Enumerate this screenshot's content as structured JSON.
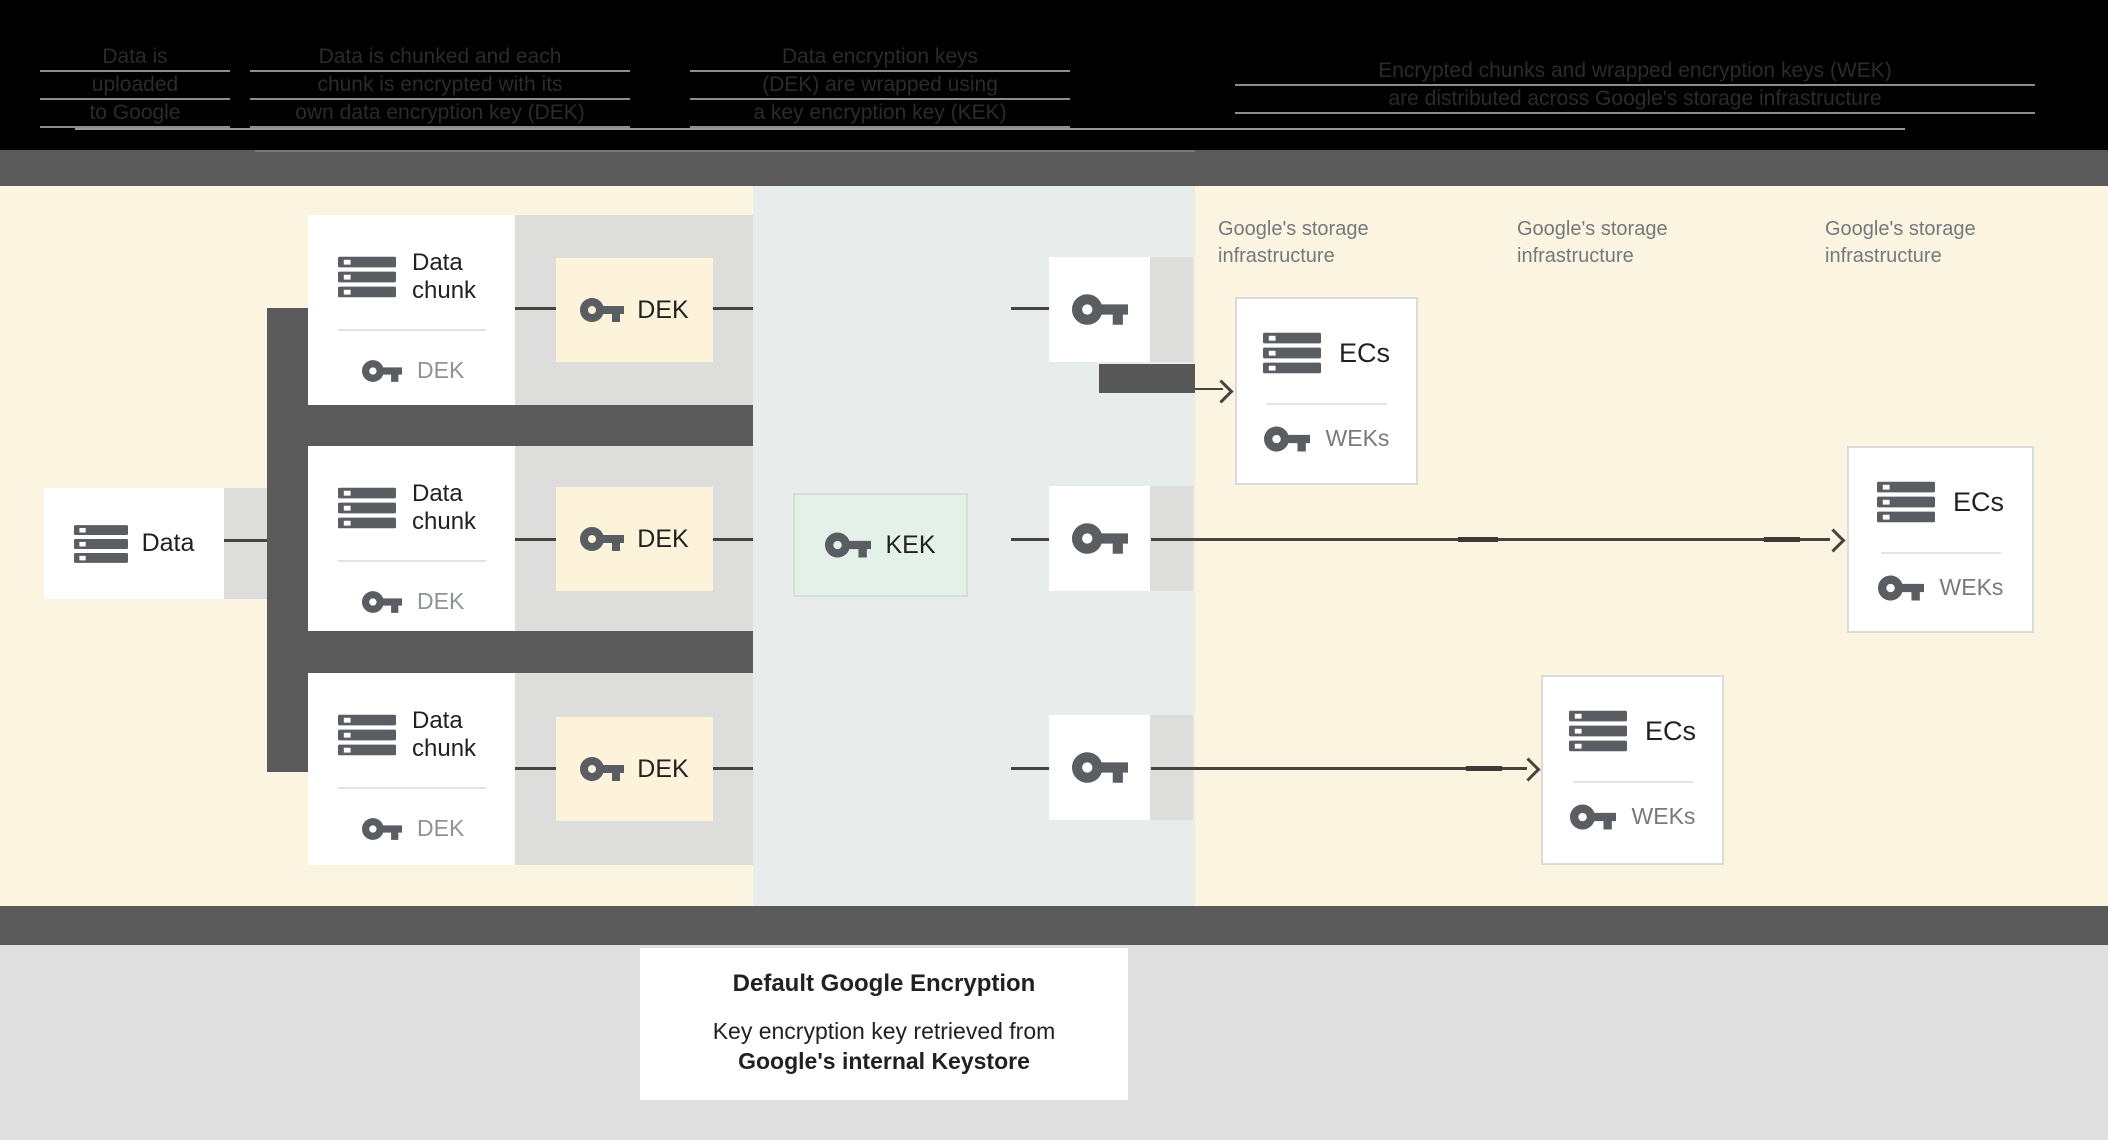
{
  "header": {
    "steps": [
      {
        "lines": [
          "Data is",
          "uploaded",
          "to Google"
        ]
      },
      {
        "lines": [
          "Data is chunked and each",
          "chunk is encrypted with its",
          "own data encryption key (DEK)"
        ]
      },
      {
        "lines": [
          "Data encryption keys",
          "(DEK) are wrapped using",
          "a key encryption key (KEK)"
        ]
      },
      {
        "lines": [
          "Encrypted chunks and wrapped encryption keys (WEK)",
          "are distributed across Google's storage infrastructure"
        ]
      }
    ]
  },
  "diagram": {
    "data_box": {
      "label": "Data"
    },
    "rows": [
      {
        "chunk_line1": "Data",
        "chunk_line2": "chunk",
        "chunk_key": "DEK",
        "dek": "DEK"
      },
      {
        "chunk_line1": "Data",
        "chunk_line2": "chunk",
        "chunk_key": "DEK",
        "dek": "DEK"
      },
      {
        "chunk_line1": "Data",
        "chunk_line2": "chunk",
        "chunk_key": "DEK",
        "dek": "DEK"
      }
    ],
    "kek_label": "KEK",
    "storage_labels": [
      {
        "line1": "Google's storage",
        "line2": "infrastructure"
      },
      {
        "line1": "Google's storage",
        "line2": "infrastructure"
      },
      {
        "line1": "Google's storage",
        "line2": "infrastructure"
      }
    ],
    "ecs_boxes": [
      {
        "label": "ECs",
        "keys": "WEKs"
      },
      {
        "label": "ECs",
        "keys": "WEKs"
      },
      {
        "label": "ECs",
        "keys": "WEKs"
      }
    ]
  },
  "caption": {
    "title": "Default Google Encryption",
    "line1": "Key encryption key retrieved from",
    "line2": "Google's internal Keystore"
  },
  "colors": {
    "header_bg": "#000000",
    "bar_dark": "#5a5a5a",
    "cream_bg": "#fbf4e0",
    "mid_band": "#e8eceb",
    "strip_gray": "#dddddb",
    "dek_fill": "#fcf3da",
    "kek_fill": "#e4f1e8",
    "kek_border": "#d7dedb",
    "ecs_border": "#dbdbdb",
    "icon_gray": "#5a5e63",
    "text_dark": "#212121",
    "text_gray": "#8f9398",
    "storage_text": "#75787c",
    "line": "#45443f",
    "footer_bg": "#e0e0e0"
  }
}
